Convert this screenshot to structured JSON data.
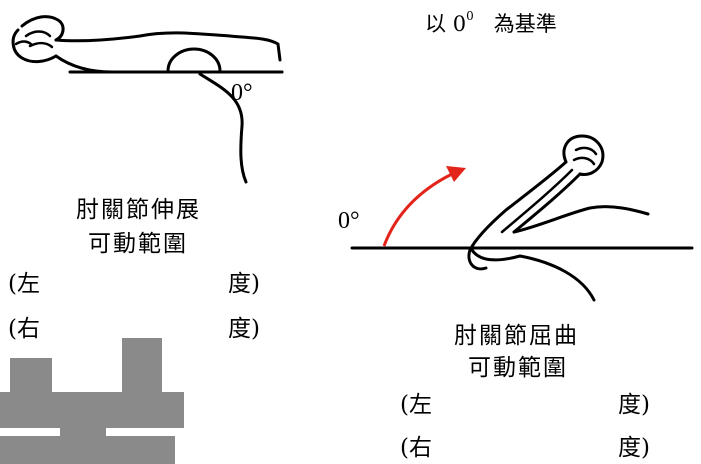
{
  "header": {
    "prefix": "以",
    "zero": "0",
    "sup": "0",
    "suffix": "為基準"
  },
  "extension": {
    "angle_label": "0°",
    "caption_line1": "肘關節伸展",
    "caption_line2": "可動範圍",
    "left": {
      "open": "(左",
      "close": "度)"
    },
    "right": {
      "open": "(右",
      "close": "度)"
    }
  },
  "flexion": {
    "angle_label": "0°",
    "caption_line1": "肘關節屈曲",
    "caption_line2": "可動範圍",
    "left": {
      "open": "(左",
      "close": "度)"
    },
    "right": {
      "open": "(右",
      "close": "度)"
    }
  },
  "colors": {
    "arrow": "#e3241b",
    "watermark": "#8a8a8a",
    "ink": "#000000"
  }
}
